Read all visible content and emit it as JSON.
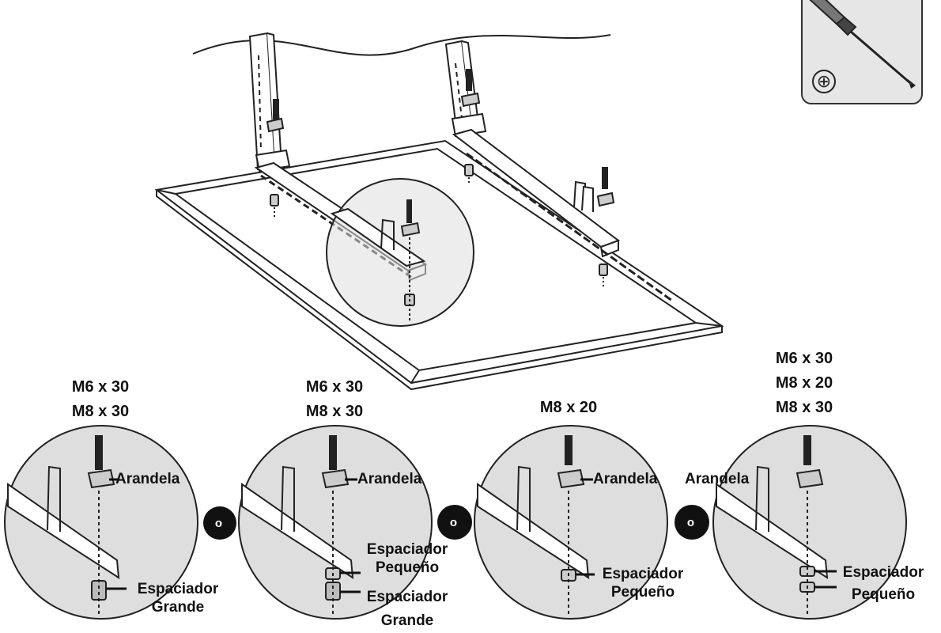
{
  "tool": {
    "name": "phillips-screwdriver",
    "symbol": "⊕"
  },
  "options": [
    {
      "sizes": [
        "M6 x 30",
        "M8 x 30"
      ],
      "washer": "Arandela",
      "spacers": [
        {
          "lines": [
            "Espaciador",
            "Grande"
          ]
        }
      ]
    },
    {
      "sizes": [
        "M6 x 30",
        "M8 x 30"
      ],
      "washer": "Arandela",
      "spacers": [
        {
          "lines": [
            "Espaciador",
            "Pequeño"
          ]
        },
        {
          "lines": [
            "Espaciador",
            "Grande"
          ]
        }
      ]
    },
    {
      "sizes": [
        "M8 x 20"
      ],
      "washer": "Arandela",
      "spacers": [
        {
          "lines": [
            "Espaciador",
            "Pequeño"
          ]
        }
      ]
    },
    {
      "sizes": [
        "M6 x 30",
        "M8 x 20",
        "M8 x 30"
      ],
      "washer": "Arandela",
      "spacers": [
        {
          "lines": [
            "Espaciador",
            "Pequeño"
          ]
        }
      ]
    }
  ],
  "separators": [
    "o",
    "o",
    "o"
  ],
  "colors": {
    "ink": "#111111",
    "toolbox": "#e6e6e6",
    "accent": "#dedede"
  }
}
